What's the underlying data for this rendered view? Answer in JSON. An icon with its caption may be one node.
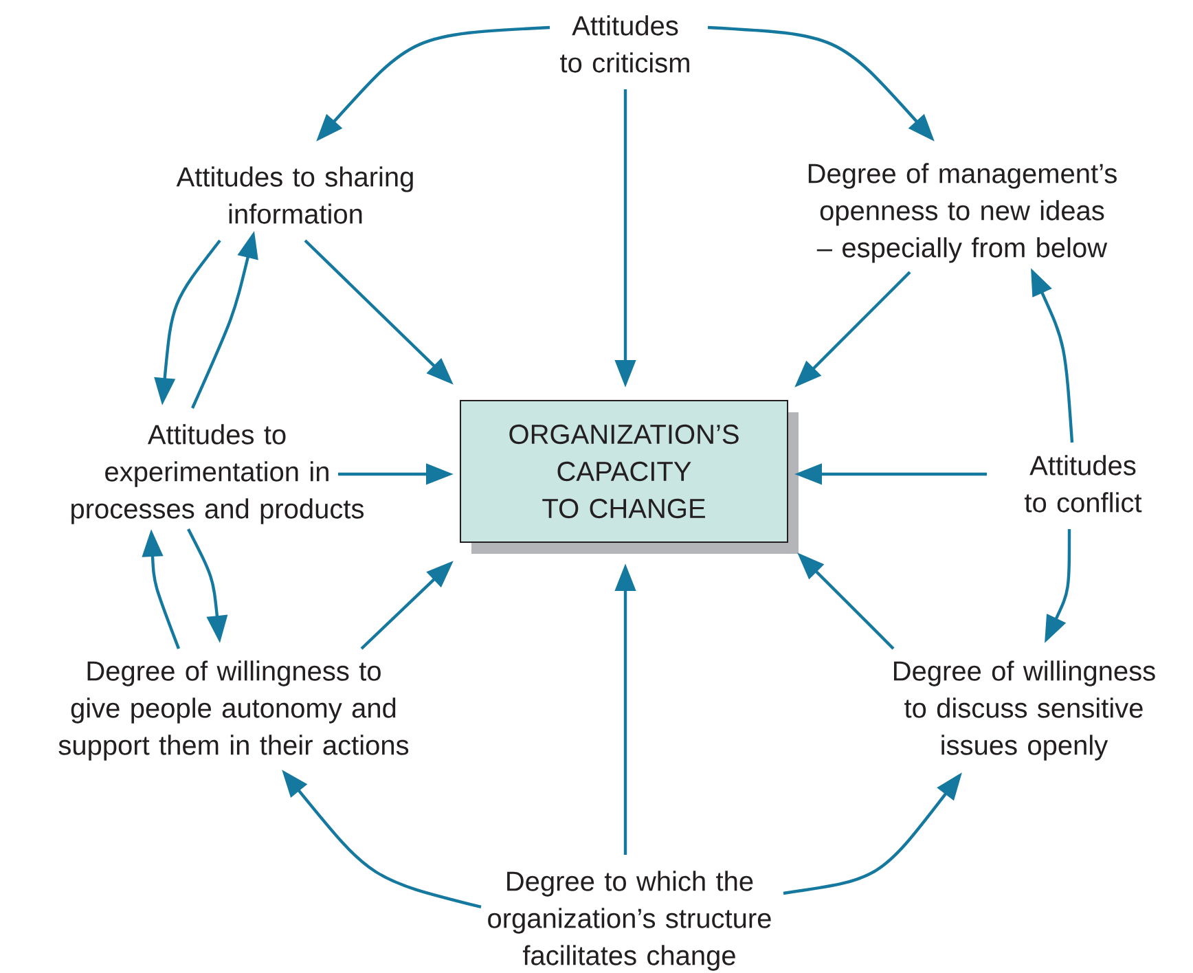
{
  "diagram": {
    "nodes": [
      {
        "text": [
          "Attitudes to criticism"
        ]
      },
      {
        "text": [
          "Attitudes to sharing information"
        ]
      },
      {
        "text": [
          "Degree of management’s openness to new ideas – especially from below"
        ]
      },
      {
        "text": [
          "Attitudes to experimentation in processes and products"
        ]
      },
      {
        "text": [
          "ORGANIZATION’S CAPACITY TO CHANGE"
        ]
      },
      {
        "text": [
          "Attitudes to conflict"
        ]
      },
      {
        "text": [
          "Degree of willingness to give people autonomy and support them in their actions"
        ]
      },
      {
        "text": [
          "Degree of willingness to discuss sensitive issues openly"
        ]
      },
      {
        "text": [
          "Degree to which the organization’s structure facilitates change"
        ]
      }
    ],
    "edges": [
      {
        "from": 0,
        "to": 1,
        "arrow": "to"
      },
      {
        "from": 0,
        "to": 2,
        "arrow": "to"
      },
      {
        "from": 0,
        "to": 4,
        "arrow": "to"
      },
      {
        "from": 1,
        "to": 4,
        "arrow": "to"
      },
      {
        "from": 2,
        "to": 4,
        "arrow": "to"
      },
      {
        "from": 1,
        "to": 3,
        "arrow": "to"
      },
      {
        "from": 3,
        "to": 1,
        "arrow": "to"
      },
      {
        "from": 3,
        "to": 4,
        "arrow": "to"
      },
      {
        "from": 5,
        "to": 4,
        "arrow": "to"
      },
      {
        "from": 5,
        "to": 2,
        "arrow": "to"
      },
      {
        "from": 3,
        "to": 6,
        "arrow": "to"
      },
      {
        "from": 6,
        "to": 3,
        "arrow": "to"
      },
      {
        "from": 5,
        "to": 7,
        "arrow": "to"
      },
      {
        "from": 6,
        "to": 4,
        "arrow": "to"
      },
      {
        "from": 7,
        "to": 4,
        "arrow": "to"
      },
      {
        "from": 8,
        "to": 4,
        "arrow": "to"
      },
      {
        "from": 8,
        "to": 6,
        "arrow": "to"
      },
      {
        "from": 8,
        "to": 7,
        "arrow": "to"
      }
    ]
  }
}
